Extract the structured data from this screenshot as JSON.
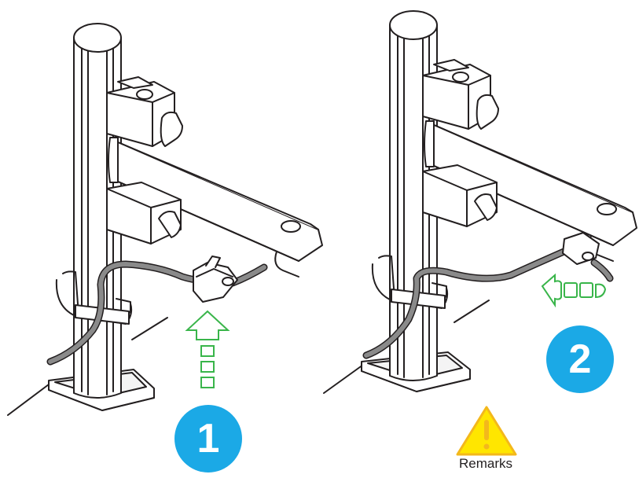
{
  "steps": [
    {
      "number": "1"
    },
    {
      "number": "2"
    }
  ],
  "remarks": {
    "label": "Remarks"
  },
  "colors": {
    "badge": "#1ba9e6",
    "arrow": "#39b54a",
    "warning_fill": "#ffe600",
    "warning_stroke": "#f3b81c",
    "line": "#231f20",
    "cable": "#8a8a8a"
  },
  "icons": [
    "upward-arrow-icon",
    "rotate-arrow-icon",
    "warning-icon"
  ]
}
